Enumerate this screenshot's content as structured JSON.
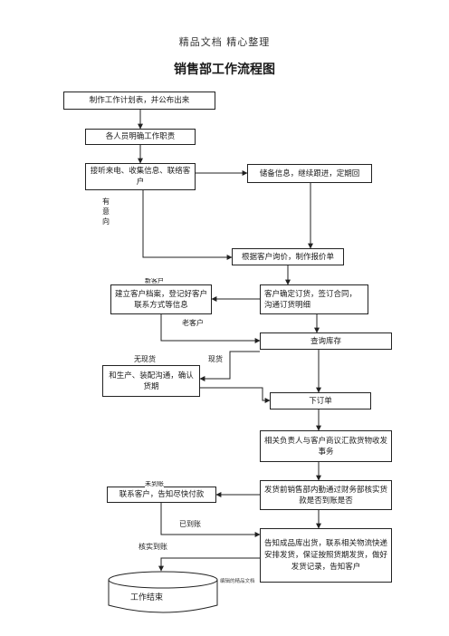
{
  "header": "精品文档 精心整理",
  "title": "销售部工作流程图",
  "nodes": {
    "n1": "制作工作计划表，并公布出来",
    "n2": "各人员明确工作职责",
    "n3": "接听来电、收集信息、联络客户",
    "n4": "储备信息，继续跟进，定期回",
    "n5": "根据客户询价，制作报价单",
    "n6": "建立客户档案，登记好客户联系方式等信息",
    "n7": "客户确定订货，签订合同，沟通订货明细",
    "n8": "查询库存",
    "n9": "和生产、装配沟通，确认货期",
    "n10": "下订单",
    "n11": "相关负责人与客户商议汇款货物收发事务",
    "n12": "发货前销售部内勤通过财务部核实货款是否到账是否",
    "n13": "联系客户，告知尽快付款",
    "n14": "告知成品库出货，联系相关物流快递安排发货，保证按照货期发货，做好发货记录，告知客户",
    "n15": "工作结束"
  },
  "labels": {
    "intent": "有意向",
    "new_customer": "新客户",
    "old_customer": "老客户",
    "no_stock": "无现货",
    "in_stock": "现货",
    "not_received": "未到账",
    "received": "已到账",
    "verify_received": "核实到账"
  },
  "footer": "编辑的精品文档"
}
